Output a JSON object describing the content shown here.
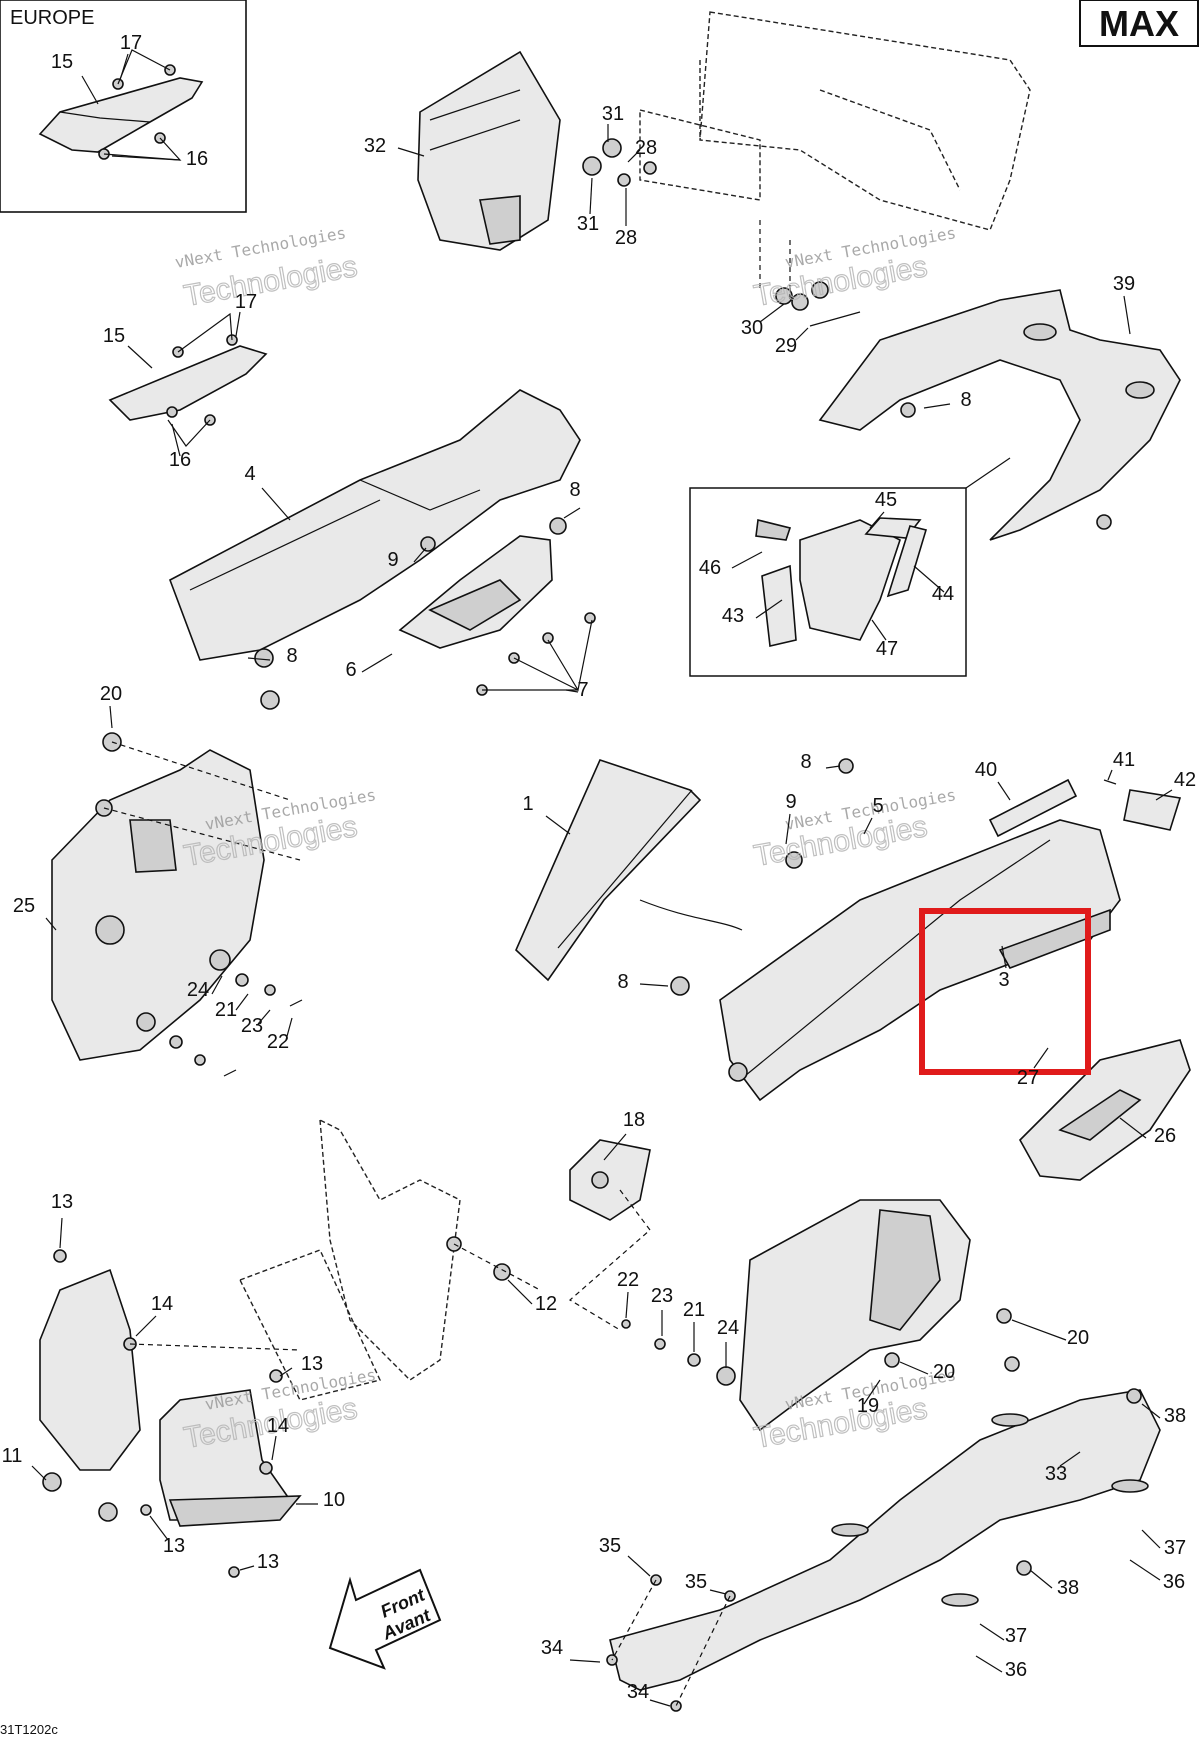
{
  "header": {
    "model_badge": "MAX",
    "inset_region": "EUROPE"
  },
  "footer": {
    "drawing_code": "31T1202c"
  },
  "watermark": {
    "line1": "vNext Technologies",
    "line2": "Technologies"
  },
  "direction_arrow": {
    "line1": "Front",
    "line2": "Avant"
  },
  "highlight": {
    "color": "#e01b1b",
    "part": "3"
  },
  "callouts": [
    "15",
    "17",
    "16",
    "32",
    "31",
    "28",
    "31",
    "28",
    "30",
    "29",
    "39",
    "15",
    "17",
    "16",
    "4",
    "8",
    "9",
    "8",
    "8",
    "6",
    "7",
    "45",
    "46",
    "44",
    "43",
    "47",
    "20",
    "25",
    "24",
    "21",
    "23",
    "22",
    "1",
    "8",
    "41",
    "40",
    "42",
    "9",
    "5",
    "8",
    "3",
    "27",
    "26",
    "18",
    "13",
    "14",
    "12",
    "13",
    "11",
    "14",
    "10",
    "13",
    "13",
    "22",
    "23",
    "21",
    "24",
    "20",
    "20",
    "19",
    "38",
    "33",
    "37",
    "36",
    "35",
    "35",
    "38",
    "37",
    "36",
    "34",
    "34"
  ]
}
